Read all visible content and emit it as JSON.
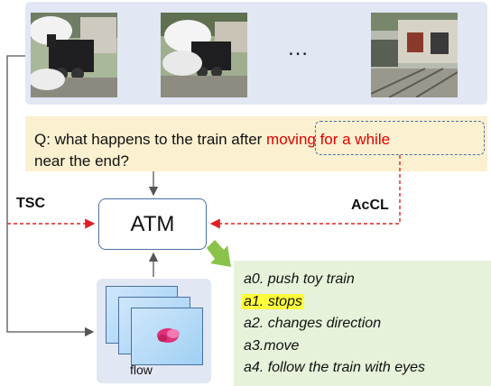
{
  "frames": {
    "ellipsis": "…",
    "items": [
      {
        "name": "video-frame-1"
      },
      {
        "name": "video-frame-2"
      },
      {
        "name": "video-frame-n"
      }
    ]
  },
  "question": {
    "prefix": "Q: what happens to the train after ",
    "highlight": "moving for a while",
    "suffix": "near the end?"
  },
  "atm": {
    "label": "ATM"
  },
  "labels": {
    "tsc": "TSC",
    "accl": "AcCL",
    "flow": "flow"
  },
  "answers": [
    {
      "text": "a0. push toy train",
      "highlighted": false
    },
    {
      "text": "a1. stops",
      "highlighted": true
    },
    {
      "text": "a2. changes direction",
      "highlighted": false
    },
    {
      "text": "a3.move",
      "highlighted": false
    },
    {
      "text": "a4. follow the train with eyes",
      "highlighted": false
    }
  ],
  "colors": {
    "panel_blue": "#e1e7f3",
    "question_bg": "#fbf0cf",
    "answer_bg": "#e6f2da",
    "highlight_red": "#e00000",
    "highlight_yellow": "#ffff3a",
    "dashed_arrow_red": "#e02020",
    "box_border": "#4a6fa5",
    "green_arrow": "#8bc34a"
  }
}
